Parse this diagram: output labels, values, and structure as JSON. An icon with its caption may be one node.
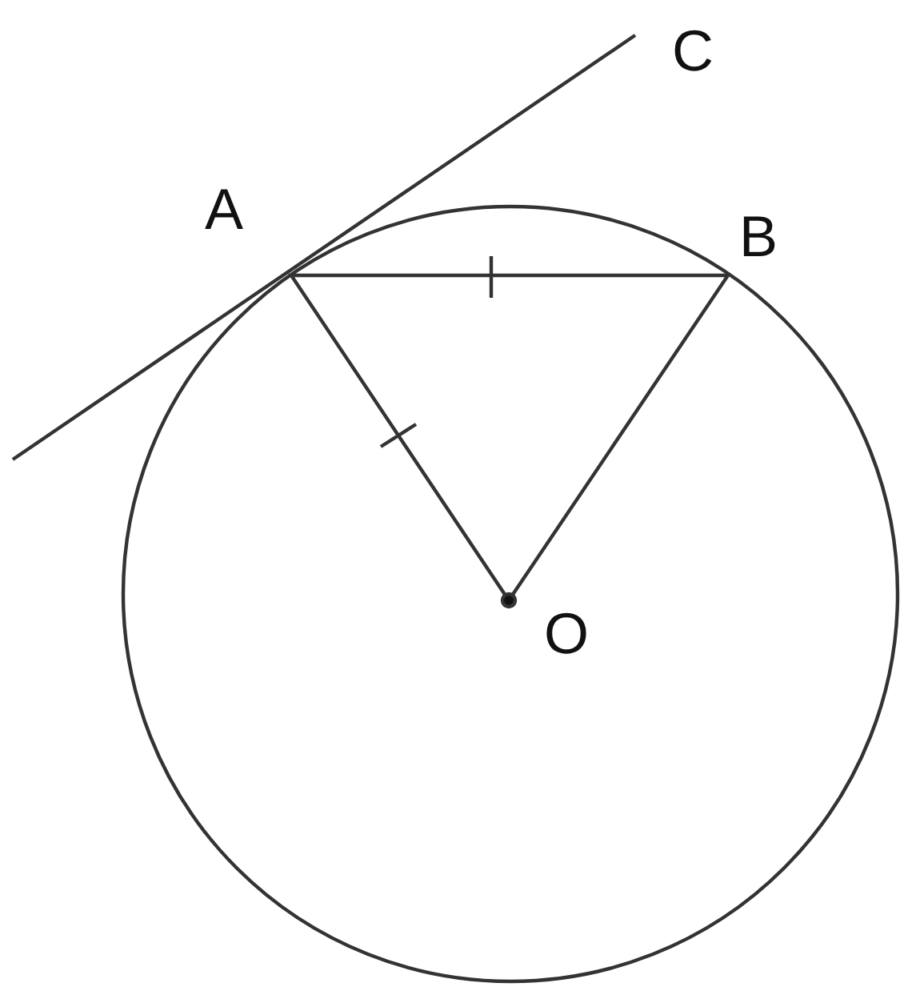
{
  "diagram": {
    "labels": [
      "C",
      "A",
      "B",
      "O"
    ]
  }
}
